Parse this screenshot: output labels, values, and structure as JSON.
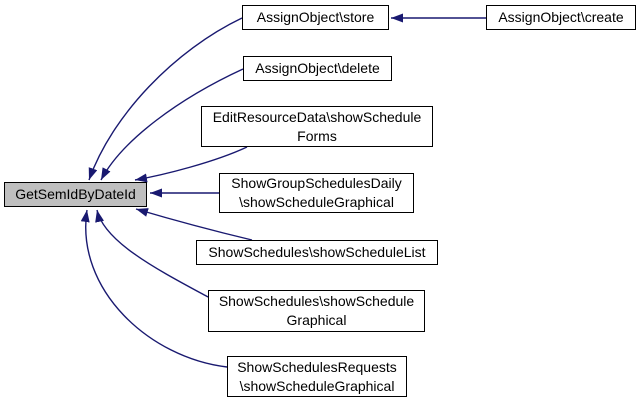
{
  "diagram": {
    "type": "caller-graph",
    "colors": {
      "edge": "#191970",
      "node_border": "#000000",
      "node_fill": "#ffffff",
      "highlight_fill": "#bfbfbf",
      "text": "#000000"
    },
    "nodes": [
      {
        "name": "GetSemIdByDateId",
        "lines": [
          "GetSemIdByDateId"
        ],
        "highlighted": true
      },
      {
        "name": "AssignObject\\store",
        "lines": [
          "AssignObject\\store"
        ],
        "highlighted": false
      },
      {
        "name": "AssignObject\\create",
        "lines": [
          "AssignObject\\create"
        ],
        "highlighted": false
      },
      {
        "name": "AssignObject\\delete",
        "lines": [
          "AssignObject\\delete"
        ],
        "highlighted": false
      },
      {
        "name": "EditResourceData\\showScheduleForms",
        "lines": [
          "EditResourceData\\showSchedule",
          "Forms"
        ],
        "highlighted": false
      },
      {
        "name": "ShowGroupSchedulesDaily\\showScheduleGraphical",
        "lines": [
          "ShowGroupSchedulesDaily",
          "\\showScheduleGraphical"
        ],
        "highlighted": false
      },
      {
        "name": "ShowSchedules\\showScheduleList",
        "lines": [
          "ShowSchedules\\showScheduleList"
        ],
        "highlighted": false
      },
      {
        "name": "ShowSchedules\\showScheduleGraphical",
        "lines": [
          "ShowSchedules\\showSchedule",
          "Graphical"
        ],
        "highlighted": false
      },
      {
        "name": "ShowSchedulesRequests\\showScheduleGraphical",
        "lines": [
          "ShowSchedulesRequests",
          "\\showScheduleGraphical"
        ],
        "highlighted": false
      }
    ],
    "edges": [
      {
        "from": "AssignObject\\create",
        "to": "AssignObject\\store"
      },
      {
        "from": "AssignObject\\store",
        "to": "GetSemIdByDateId"
      },
      {
        "from": "AssignObject\\delete",
        "to": "GetSemIdByDateId"
      },
      {
        "from": "EditResourceData\\showScheduleForms",
        "to": "GetSemIdByDateId"
      },
      {
        "from": "ShowGroupSchedulesDaily\\showScheduleGraphical",
        "to": "GetSemIdByDateId"
      },
      {
        "from": "ShowSchedules\\showScheduleList",
        "to": "GetSemIdByDateId"
      },
      {
        "from": "ShowSchedules\\showScheduleGraphical",
        "to": "GetSemIdByDateId"
      },
      {
        "from": "ShowSchedulesRequests\\showScheduleGraphical",
        "to": "GetSemIdByDateId"
      }
    ]
  }
}
